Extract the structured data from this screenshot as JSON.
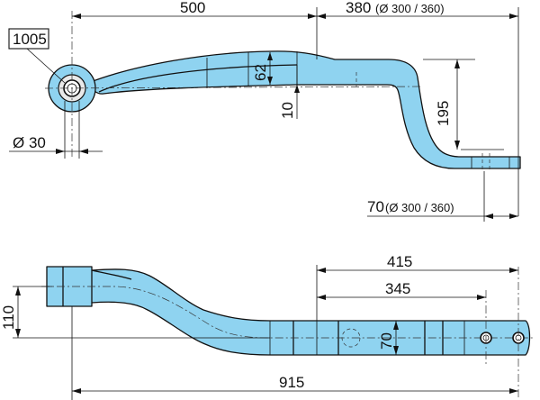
{
  "part_tag": "1005",
  "dimensions": {
    "length_500": "500",
    "length_380": "380",
    "length_380_note": "(Ø 300 / 360)",
    "thickness_62": "62",
    "offset_10": "10",
    "drop_195": "195",
    "eye_dia": "Ø 30",
    "tip_70": "70",
    "tip_70_note": "(Ø 300 / 360)",
    "height_110": "110",
    "hole_415": "415",
    "hole_345": "345",
    "width_70": "70",
    "total_915": "915"
  },
  "colors": {
    "part_fill": "#8fd3f0",
    "line": "#111111"
  }
}
